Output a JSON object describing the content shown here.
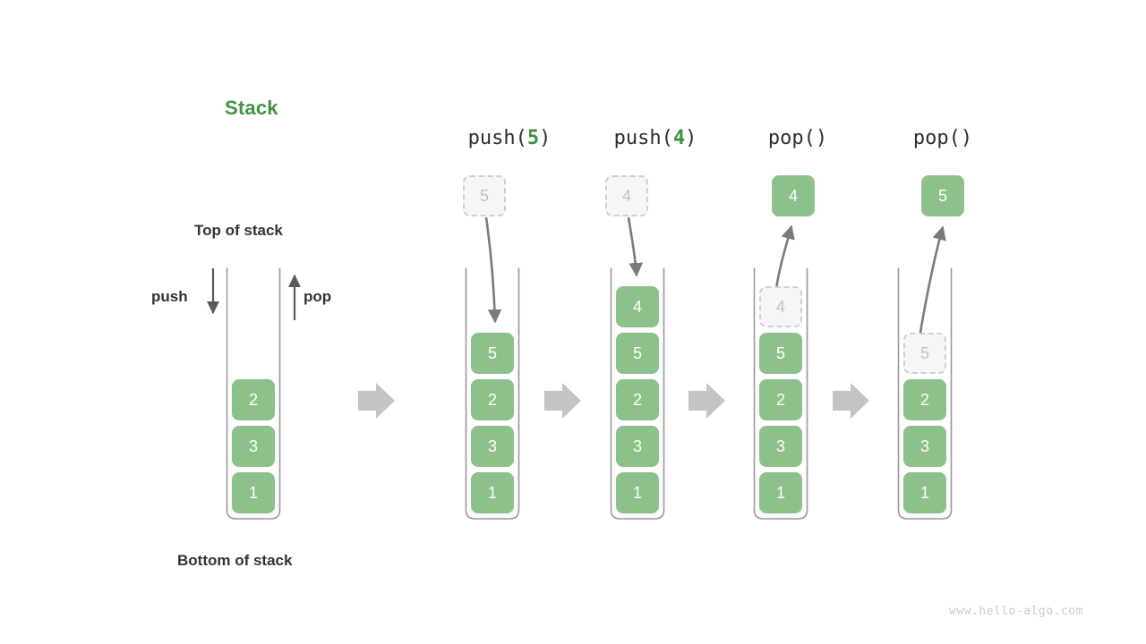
{
  "title": "Stack",
  "labels": {
    "top_of_stack": "Top of stack",
    "bottom_of_stack": "Bottom of stack",
    "push": "push",
    "pop": "pop"
  },
  "colors": {
    "accent_green": "#429343",
    "cell_green": "#8cc18c",
    "ghost_fill": "#f6f6f6",
    "ghost_border": "#cfcfcf",
    "ghost_text": "#c2c2c2",
    "arrow_gray": "#7a7a7a",
    "block_arrow_gray": "#c4c4c4",
    "text_dark": "#333333",
    "watermark_gray": "#cccccc"
  },
  "watermark": "www.hello-algo.com",
  "steps": [
    {
      "id": "initial",
      "header": null,
      "header_prefix": null,
      "header_value": null,
      "header_suffix": null,
      "floating": null,
      "ghost_in_stack": null,
      "cells": [
        "2",
        "3",
        "1"
      ]
    },
    {
      "id": "push-5",
      "header": "push(5)",
      "header_prefix": "push(",
      "header_value": "5",
      "header_suffix": ")",
      "floating": {
        "value": "5",
        "kind": "ghost"
      },
      "ghost_in_stack": null,
      "cells": [
        "5",
        "2",
        "3",
        "1"
      ]
    },
    {
      "id": "push-4",
      "header": "push(4)",
      "header_prefix": "push(",
      "header_value": "4",
      "header_suffix": ")",
      "floating": {
        "value": "4",
        "kind": "ghost"
      },
      "ghost_in_stack": null,
      "cells": [
        "4",
        "5",
        "2",
        "3",
        "1"
      ]
    },
    {
      "id": "pop-1",
      "header": "pop()",
      "header_prefix": "pop(",
      "header_value": "",
      "header_suffix": ")",
      "floating": {
        "value": "4",
        "kind": "solid"
      },
      "ghost_in_stack": "4",
      "cells": [
        "5",
        "2",
        "3",
        "1"
      ]
    },
    {
      "id": "pop-2",
      "header": "pop()",
      "header_prefix": "pop(",
      "header_value": "",
      "header_suffix": ")",
      "floating": {
        "value": "5",
        "kind": "solid"
      },
      "ghost_in_stack": "5",
      "cells": [
        "2",
        "3",
        "1"
      ]
    }
  ],
  "transition_arrows": 4
}
